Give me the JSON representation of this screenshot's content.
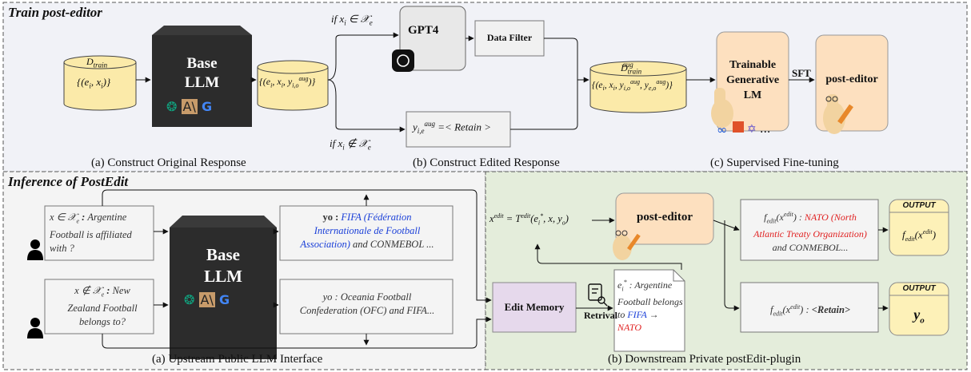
{
  "top": {
    "title": "Train post-editor",
    "d_train": "D",
    "d_train_sub": "train",
    "d_train_set": "{(e",
    "base_llm": [
      "Base",
      "LLM"
    ],
    "orig_set": "{(ei, xi, yi,o aug)}",
    "cond_in": "if  xi ∈ 𝒳e",
    "cond_out": "if  xi ∉ 𝒳e",
    "gpt4": "GPT4",
    "data_filter": "Data Filter",
    "retain_box": "yi,e aug =< Retain >",
    "aug_label": "D train aug",
    "aug_set": "{(ei, xi, yi,o aug, ye,o aug)}",
    "trainable": [
      "Trainable",
      "Generative",
      "LM"
    ],
    "sft": "SFT",
    "post_editor": "post-editor",
    "cap_a": "(a) Construct Original Response",
    "cap_b": "(b) Construct Edited Response",
    "cap_c": "(c) Supervised Fine-tuning"
  },
  "bottom_left": {
    "title": "Inference of PostEdit",
    "q1_lines": [
      "x ∈ 𝒳e : Argentine",
      "Football is affiliated",
      "with ?"
    ],
    "q2_lines": [
      "x ∉ 𝒳e : New",
      "Zealand Football",
      "belongs to?"
    ],
    "base_llm": [
      "Base",
      "LLM"
    ],
    "y1_prefix": "yo :",
    "y1_blue_1": "FIFA (Fédération",
    "y1_blue_2": "Internationale de Football",
    "y1_blue_3": "Association)",
    "y1_rest": " and CONMEBOL ...",
    "y2_lines": [
      "yo :  Oceania Football",
      "Confederation (OFC)  and FIFA..."
    ],
    "caption": "(a) Upstream Public LLM Interface"
  },
  "bottom_right": {
    "xedit": "x^edit = T^edit(e*i, x, yo)",
    "post_editor": "post-editor",
    "edit_memory": "Edit Memory",
    "retrieval": "Retrival",
    "fact_lines": [
      "e*i : Argentine",
      "Football belongs",
      "to"
    ],
    "fact_fifa": "FIFA",
    "fact_arrow": " → ",
    "fact_nato": "NATO",
    "out1_head": "fedit(x^edit) :",
    "out1_red_1": "NATO (North",
    "out1_red_2": "Atlantic Treaty Organization)",
    "out1_rest": "and CONMEBOL...",
    "out2": "fedit(x^edit) : <Retain>",
    "output_tag": "OUTPUT",
    "output1": "fedit(x^edit)",
    "output2": "yo",
    "caption": "(b) Downstream Private postEdit-plugin"
  },
  "colors": {
    "llm_box": "#2a2a2a",
    "cylinder": "#fbeaa9",
    "peach": "#fde0bf",
    "edit_memory": "#e6d9ec",
    "output_box": "#fdf1b8",
    "fifa_blue": "#1a3fd8",
    "nato_red": "#e02020"
  }
}
